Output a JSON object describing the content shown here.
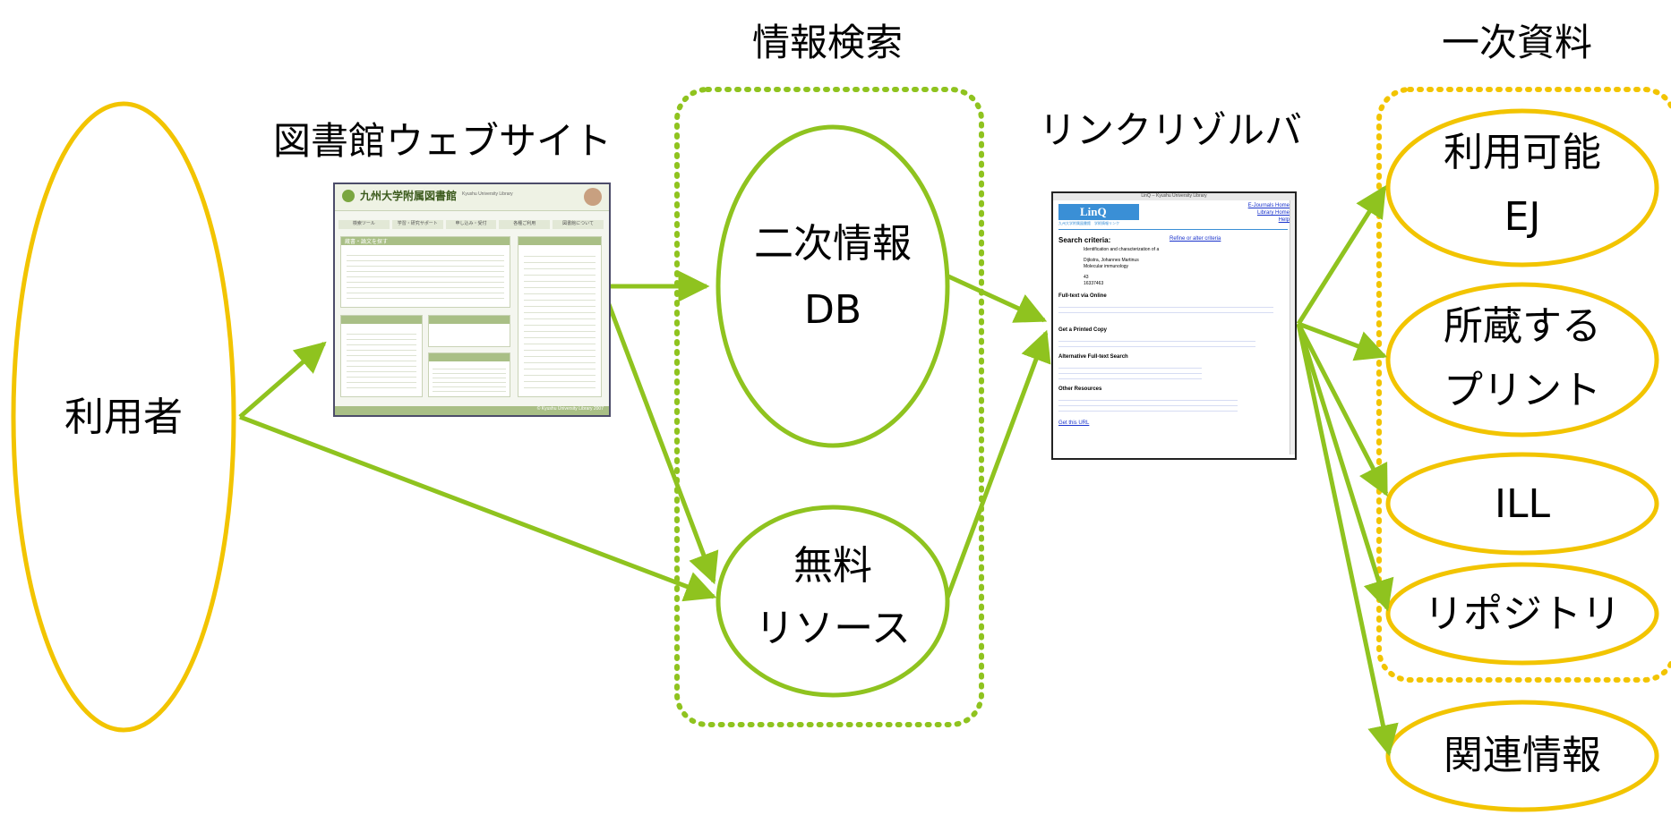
{
  "headings": {
    "search": "情報検索",
    "primary": "一次資料",
    "library_website": "図書館ウェブサイト",
    "link_resolver": "リンクリゾルバ"
  },
  "nodes": {
    "user": "利用者",
    "secondary_db": [
      "二次情報",
      "DB"
    ],
    "free_resources": [
      "無料",
      "リソース"
    ],
    "ej": [
      "利用可能",
      "EJ"
    ],
    "print": [
      "所蔵する",
      "プリント"
    ],
    "ill": "ILL",
    "repository": "リポジトリ",
    "related": "関連情報"
  },
  "colors": {
    "node_outline": "#f2c400",
    "arrow": "#8fc31f",
    "dotted_frame_search": "#8fc31f",
    "dotted_frame_primary": "#f2c400"
  },
  "library_screenshot": {
    "title": "九州大学附属図書館",
    "subtitle": "Kyushu University Library",
    "nav": [
      "検索ツール",
      "学習・研究サポート",
      "申し込み・受付",
      "各種ご利用",
      "図書館について"
    ],
    "search_section": "蔵書・論文を探す",
    "footer": "© Kyushu University Library 2007"
  },
  "linq_screenshot": {
    "titlebar": "LinQ -- Kyushu University Library",
    "logo": "LinQ",
    "logo_sub": "九州大学附属図書館　学術情報リンク",
    "links": [
      "E-Journals Home",
      "Library Home",
      "Help"
    ],
    "search_criteria": "Search criteria:",
    "refine": "Refine or alter criteria",
    "article": "Identification and characterization of a",
    "author": "Dijkstra, Johannes Martinus",
    "journal": "Molecular immunology",
    "volume": "43",
    "pmid": "16337463",
    "fulltext_head": "Full-text via Online",
    "printed_head": "Get a Printed Copy",
    "alt_head": "Alternative Full-text Search",
    "other_head": "Other Resources",
    "get_url": "Get this URL"
  }
}
